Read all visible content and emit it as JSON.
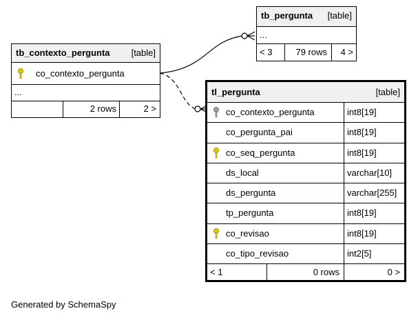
{
  "tb_contexto_pergunta": {
    "name": "tb_contexto_pergunta",
    "kind": "[table]",
    "column": "co_contexto_pergunta",
    "ellipsis": "...",
    "rows": "2 rows",
    "children": "2 >"
  },
  "tb_pergunta": {
    "name": "tb_pergunta",
    "kind": "[table]",
    "ellipsis": "...",
    "parents": "< 3",
    "rows": "79 rows",
    "children": "4 >"
  },
  "tl_pergunta": {
    "name": "tl_pergunta",
    "kind": "[table]",
    "columns": [
      {
        "name": "co_contexto_pergunta",
        "type": "int8[19]",
        "key": "foreign"
      },
      {
        "name": "co_pergunta_pai",
        "type": "int8[19]",
        "key": ""
      },
      {
        "name": "co_seq_pergunta",
        "type": "int8[19]",
        "key": "primary"
      },
      {
        "name": "ds_local",
        "type": "varchar[10]",
        "key": ""
      },
      {
        "name": "ds_pergunta",
        "type": "varchar[255]",
        "key": ""
      },
      {
        "name": "tp_pergunta",
        "type": "int8[19]",
        "key": ""
      },
      {
        "name": "co_revisao",
        "type": "int8[19]",
        "key": "primary"
      },
      {
        "name": "co_tipo_revisao",
        "type": "int2[5]",
        "key": ""
      }
    ],
    "parents": "< 1",
    "rows": "0 rows",
    "children": "0 >"
  },
  "colors": {
    "primary_key": "#e6c800",
    "foreign_key": "#a0a0a0",
    "header_bg": "#f0f0f0"
  },
  "footer": "Generated by SchemaSpy"
}
